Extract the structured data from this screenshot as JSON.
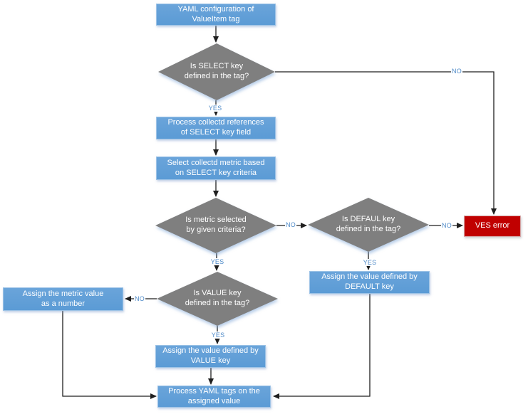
{
  "flowchart": {
    "background": "#ffffff",
    "colors": {
      "process_fill": "#5B9BD5",
      "process_border": "#9DC3E6",
      "decision_fill": "#7F7F7F",
      "error_fill": "#C00000",
      "error_border": "#D5A6A6",
      "edge_label_color": "#4E8AC8",
      "connector_color": "#1F1F1F",
      "node_text_color": "#FFFFFF"
    },
    "nodes": {
      "yaml_config": {
        "type": "process",
        "label": "YAML configuration of\nValueItem tag"
      },
      "is_select_key": {
        "type": "decision",
        "label": "Is SELECT key\ndefined in the tag?"
      },
      "process_refs": {
        "type": "process",
        "label": "Process collectd references\nof SELECT key field"
      },
      "select_metric": {
        "type": "process",
        "label": "Select collectd metric based\non SELECT key criteria"
      },
      "is_metric_selected": {
        "type": "decision",
        "label": "Is metric selected\nby given criteria?"
      },
      "is_defaul_key": {
        "type": "decision",
        "label": "Is DEFAUL key\ndefined in the tag?"
      },
      "ves_error": {
        "type": "error",
        "label": "VES error"
      },
      "assign_default": {
        "type": "process",
        "label": "Assign the value defined by\nDEFAULT key"
      },
      "is_value_key": {
        "type": "decision",
        "label": "Is VALUE key\ndefined in the tag?"
      },
      "assign_metric": {
        "type": "process",
        "label": "Assign the metric value\nas a number"
      },
      "assign_value": {
        "type": "process",
        "label": "Assign the value defined by\nVALUE key"
      },
      "process_yaml": {
        "type": "process",
        "label": "Process YAML tags on the\nassigned value"
      }
    },
    "edges": [
      {
        "from": "yaml_config",
        "to": "is_select_key",
        "label": ""
      },
      {
        "from": "is_select_key",
        "to": "process_refs",
        "label": "YES"
      },
      {
        "from": "is_select_key",
        "to": "ves_error",
        "label": "NO"
      },
      {
        "from": "process_refs",
        "to": "select_metric",
        "label": ""
      },
      {
        "from": "select_metric",
        "to": "is_metric_selected",
        "label": ""
      },
      {
        "from": "is_metric_selected",
        "to": "is_value_key",
        "label": "YES"
      },
      {
        "from": "is_metric_selected",
        "to": "is_defaul_key",
        "label": "NO"
      },
      {
        "from": "is_defaul_key",
        "to": "ves_error",
        "label": "NO"
      },
      {
        "from": "is_defaul_key",
        "to": "assign_default",
        "label": "YES"
      },
      {
        "from": "assign_default",
        "to": "process_yaml",
        "label": ""
      },
      {
        "from": "is_value_key",
        "to": "assign_metric",
        "label": "NO"
      },
      {
        "from": "is_value_key",
        "to": "assign_value",
        "label": "YES"
      },
      {
        "from": "assign_value",
        "to": "process_yaml",
        "label": ""
      },
      {
        "from": "assign_metric",
        "to": "process_yaml",
        "label": ""
      }
    ]
  }
}
